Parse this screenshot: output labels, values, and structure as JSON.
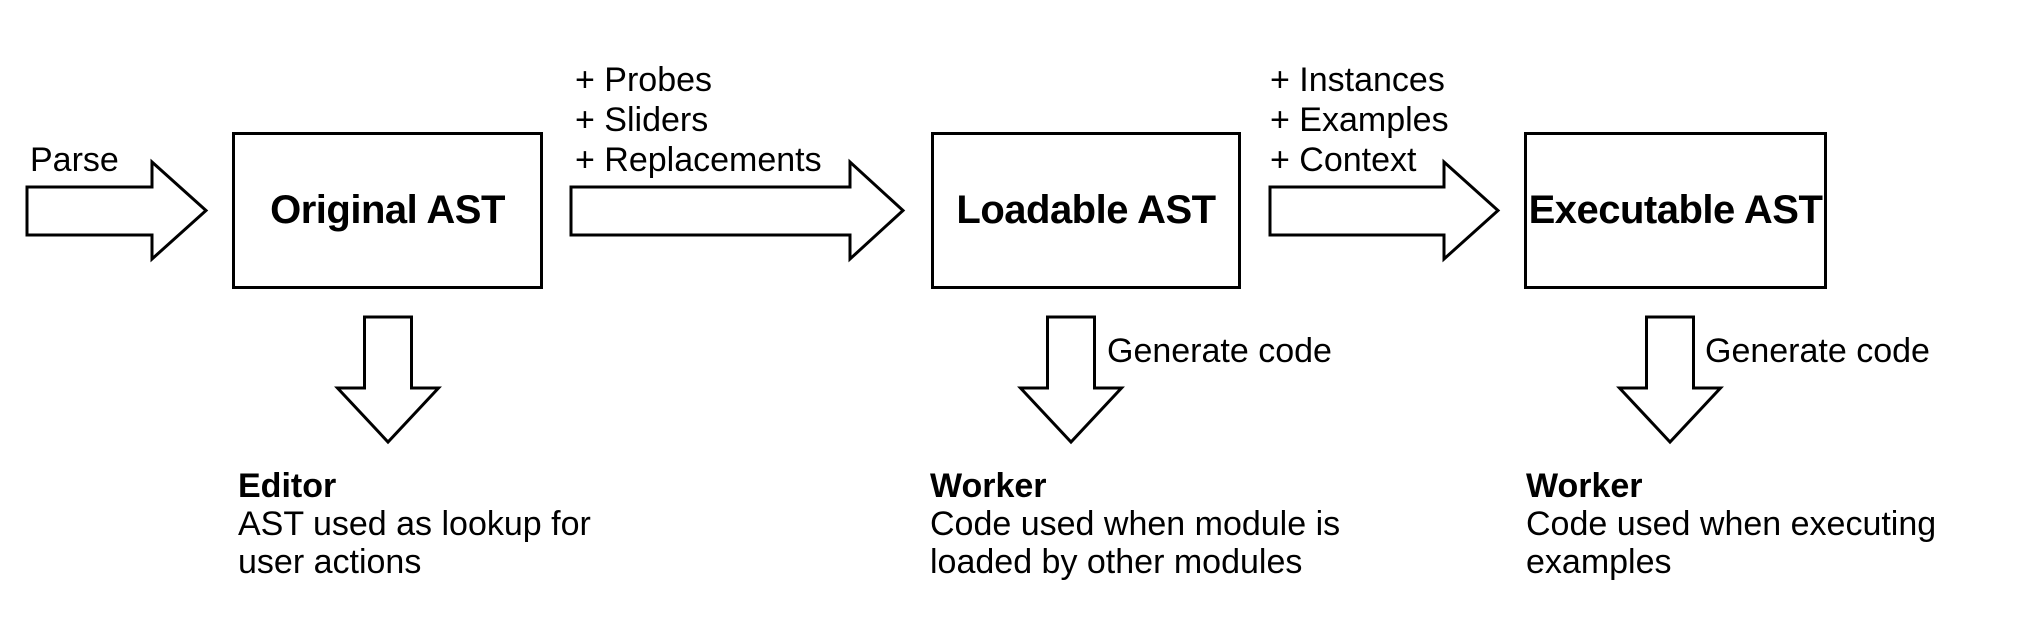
{
  "colors": {
    "background": "#ffffff",
    "stroke": "#000000",
    "text": "#000000"
  },
  "parse": {
    "label": "Parse"
  },
  "boxes": [
    {
      "label": "Original AST"
    },
    {
      "label": "Loadable AST"
    },
    {
      "label": "Executable AST"
    }
  ],
  "transitions": [
    {
      "lines": [
        "+ Probes",
        "+ Sliders",
        "+ Replacements"
      ]
    },
    {
      "lines": [
        "+ Instances",
        "+ Examples",
        "+ Context"
      ]
    }
  ],
  "outputs": [
    {
      "title": "Editor",
      "lines": [
        "AST used as lookup for",
        "user actions"
      ]
    },
    {
      "arrow_label": "Generate code",
      "title": "Worker",
      "lines": [
        "Code used when module is",
        "loaded by other modules"
      ]
    },
    {
      "arrow_label": "Generate code",
      "title": "Worker",
      "lines": [
        "Code used when executing",
        "examples"
      ]
    }
  ]
}
